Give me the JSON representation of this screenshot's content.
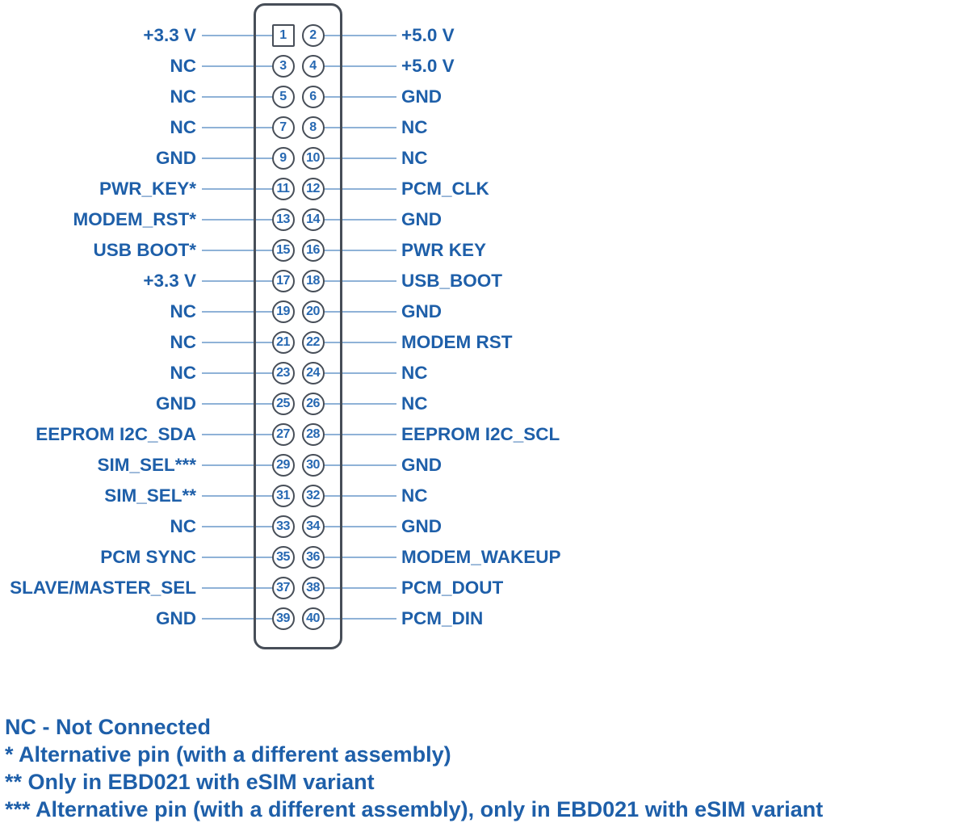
{
  "colors": {
    "text_blue": "#1e5fa9",
    "pin_number_blue": "#2668b2",
    "wire_blue": "#8fb2d7",
    "outline_dark": "#474e58",
    "background": "#ffffff"
  },
  "connector": {
    "first_pin_marker": "square",
    "rows": [
      {
        "left_label": "+3.3 V",
        "left_pin": "1",
        "right_pin": "2",
        "right_label": "+5.0 V"
      },
      {
        "left_label": "NC",
        "left_pin": "3",
        "right_pin": "4",
        "right_label": "+5.0 V"
      },
      {
        "left_label": "NC",
        "left_pin": "5",
        "right_pin": "6",
        "right_label": "GND"
      },
      {
        "left_label": "NC",
        "left_pin": "7",
        "right_pin": "8",
        "right_label": "NC"
      },
      {
        "left_label": "GND",
        "left_pin": "9",
        "right_pin": "10",
        "right_label": "NC"
      },
      {
        "left_label": "PWR_KEY*",
        "left_pin": "11",
        "right_pin": "12",
        "right_label": "PCM_CLK"
      },
      {
        "left_label": "MODEM_RST*",
        "left_pin": "13",
        "right_pin": "14",
        "right_label": "GND"
      },
      {
        "left_label": "USB BOOT*",
        "left_pin": "15",
        "right_pin": "16",
        "right_label": "PWR KEY"
      },
      {
        "left_label": "+3.3 V",
        "left_pin": "17",
        "right_pin": "18",
        "right_label": "USB_BOOT"
      },
      {
        "left_label": "NC",
        "left_pin": "19",
        "right_pin": "20",
        "right_label": "GND"
      },
      {
        "left_label": "NC",
        "left_pin": "21",
        "right_pin": "22",
        "right_label": "MODEM RST"
      },
      {
        "left_label": "NC",
        "left_pin": "23",
        "right_pin": "24",
        "right_label": "NC"
      },
      {
        "left_label": "GND",
        "left_pin": "25",
        "right_pin": "26",
        "right_label": "NC"
      },
      {
        "left_label": "EEPROM I2C_SDA",
        "left_pin": "27",
        "right_pin": "28",
        "right_label": "EEPROM I2C_SCL"
      },
      {
        "left_label": "SIM_SEL***",
        "left_pin": "29",
        "right_pin": "30",
        "right_label": "GND"
      },
      {
        "left_label": "SIM_SEL**",
        "left_pin": "31",
        "right_pin": "32",
        "right_label": "NC"
      },
      {
        "left_label": "NC",
        "left_pin": "33",
        "right_pin": "34",
        "right_label": "GND"
      },
      {
        "left_label": "PCM SYNC",
        "left_pin": "35",
        "right_pin": "36",
        "right_label": "MODEM_WAKEUP"
      },
      {
        "left_label": "SLAVE/MASTER_SEL",
        "left_pin": "37",
        "right_pin": "38",
        "right_label": "PCM_DOUT"
      },
      {
        "left_label": "GND",
        "left_pin": "39",
        "right_pin": "40",
        "right_label": "PCM_DIN"
      }
    ]
  },
  "legend": {
    "lines": [
      "NC - Not Connected",
      "* Alternative pin (with a different assembly)",
      "** Only in EBD021 with eSIM variant",
      "*** Alternative pin (with a different assembly), only in EBD021 with eSIM variant"
    ]
  }
}
